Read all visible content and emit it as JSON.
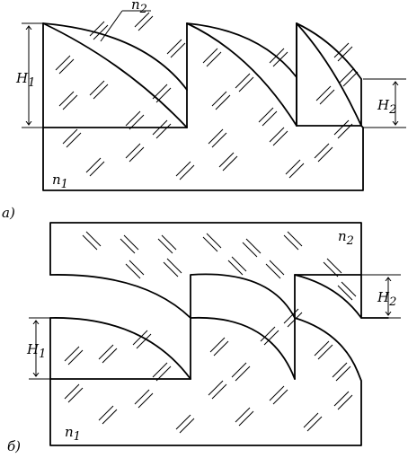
{
  "figure_a": {
    "label": "а)",
    "h1": "H",
    "h1_sub": "1",
    "h2": "H",
    "h2_sub": "2",
    "n1": "n",
    "n1_sub": "1",
    "n2": "n",
    "n2_sub": "2"
  },
  "figure_b": {
    "label": "б)",
    "h1": "H",
    "h1_sub": "1",
    "h2": "H",
    "h2_sub": "2",
    "n1": "n",
    "n1_sub": "1",
    "n2": "n",
    "n2_sub": "2"
  },
  "colors": {
    "stroke": "#000000",
    "background": "#ffffff"
  }
}
